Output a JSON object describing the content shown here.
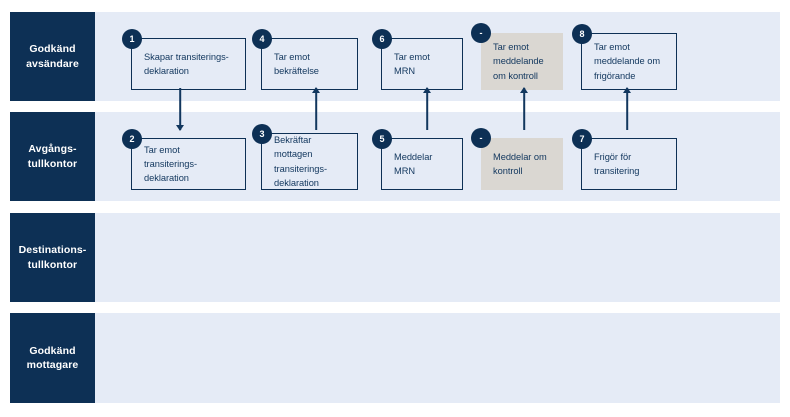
{
  "diagram": {
    "title": "Transiteringsprocess swimlane",
    "colors": {
      "lane_label_bg": "#0d3055",
      "lane_body_bg": "#e5ebf6",
      "box_border": "#0d3055",
      "box_text": "#12375e",
      "grey_box_bg": "#dad7d2",
      "badge_bg": "#0d3055",
      "badge_text": "#ffffff",
      "page_bg": "#ffffff"
    }
  },
  "lanes": [
    {
      "id": "godkand-avsandare",
      "label": "Godkänd\navsändare"
    },
    {
      "id": "avgangstullkontor",
      "label": "Avgångs-\ntullkontor"
    },
    {
      "id": "destinationstullkontor",
      "label": "Destinations-\ntullkontor"
    },
    {
      "id": "godkand-mottagare",
      "label": "Godkänd\nmottagare"
    }
  ],
  "nodes": [
    {
      "id": "n1",
      "badge": "1",
      "label": "Skapar transiterings-\ndeklaration",
      "lane": 0,
      "style": "outline"
    },
    {
      "id": "n4",
      "badge": "4",
      "label": "Tar emot\nbekräftelse",
      "lane": 0,
      "style": "outline"
    },
    {
      "id": "n6",
      "badge": "6",
      "label": "Tar emot MRN",
      "lane": 0,
      "style": "outline"
    },
    {
      "id": "nA",
      "badge": "-",
      "label": "Tar emot\nmeddelande\nom kontroll",
      "lane": 0,
      "style": "grey"
    },
    {
      "id": "n8",
      "badge": "8",
      "label": "Tar emot\nmeddelande om\nfrigörande",
      "lane": 0,
      "style": "outline"
    },
    {
      "id": "n2",
      "badge": "2",
      "label": "Tar emot transiterings-\ndeklaration",
      "lane": 1,
      "style": "outline"
    },
    {
      "id": "n3",
      "badge": "3",
      "label": "Bekräftar mottagen\ntransiterings-\ndeklaration",
      "lane": 1,
      "style": "outline"
    },
    {
      "id": "n5",
      "badge": "5",
      "label": "Meddelar\nMRN",
      "lane": 1,
      "style": "outline"
    },
    {
      "id": "nB",
      "badge": "-",
      "label": "Meddelar om\nkontroll",
      "lane": 1,
      "style": "grey"
    },
    {
      "id": "n7",
      "badge": "7",
      "label": "Frigör för\ntransitering",
      "lane": 1,
      "style": "outline"
    }
  ],
  "connectors": [
    {
      "id": "c1",
      "from": "n1",
      "to": "n2",
      "direction": "down"
    },
    {
      "id": "c2",
      "from": "n3",
      "to": "n4",
      "direction": "up"
    },
    {
      "id": "c3",
      "from": "n5",
      "to": "n6",
      "direction": "up"
    },
    {
      "id": "c4",
      "from": "nB",
      "to": "nA",
      "direction": "up"
    },
    {
      "id": "c5",
      "from": "n7",
      "to": "n8",
      "direction": "up"
    }
  ]
}
